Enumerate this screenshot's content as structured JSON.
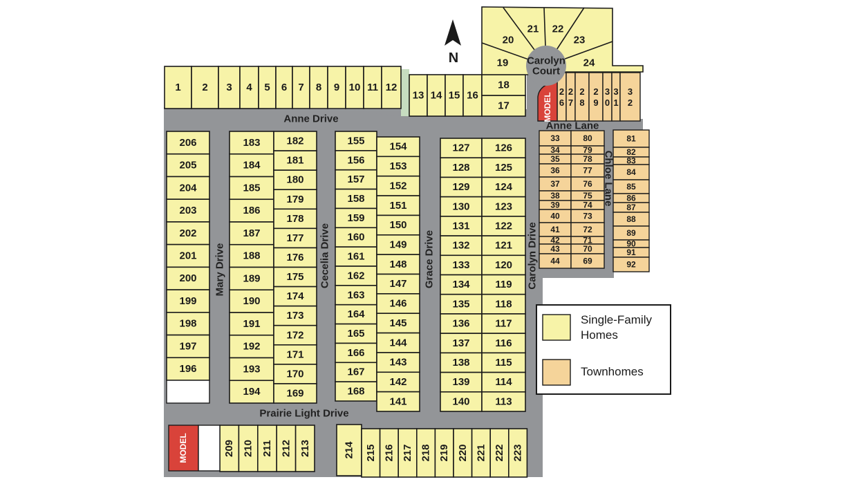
{
  "north_label": "N",
  "streets": {
    "anne_drive": "Anne Drive",
    "anne_lane": "Anne Lane",
    "mary_drive": "Mary Drive",
    "cecelia_drive": "Cecelia Drive",
    "grace_drive": "Grace Drive",
    "carolyn_drive": "Carolyn Drive",
    "chloe_lane": "Chloe Lane",
    "prairie_light_drive": "Prairie Light Drive",
    "carolyn_court_line1": "Carolyn",
    "carolyn_court_line2": "Court"
  },
  "model_label": "MODEL",
  "colors": {
    "single_family": "#f7f3a8",
    "townhome": "#f5d49a",
    "road": "#939598",
    "model": "#d9433a",
    "green_strip": "#c6dcc0"
  },
  "legend": {
    "single_family_line1": "Single-Family",
    "single_family_line2": "Homes",
    "townhomes": "Townhomes"
  },
  "lots": {
    "top_row": [
      "1",
      "2",
      "3",
      "4",
      "5",
      "6",
      "7",
      "8",
      "9",
      "10",
      "11",
      "12"
    ],
    "top_mid": [
      "13",
      "14",
      "15",
      "16"
    ],
    "court_left": [
      "17",
      "18",
      "19"
    ],
    "court": [
      "20",
      "21",
      "22",
      "23",
      "24"
    ],
    "townhome_top": [
      "26",
      "27",
      "28",
      "29",
      "30",
      "31",
      "32"
    ],
    "townhome_west": [
      "33",
      "34",
      "35",
      "36",
      "37",
      "38",
      "39",
      "40",
      "41",
      "42",
      "43",
      "44"
    ],
    "townhome_east": [
      "80",
      "79",
      "78",
      "77",
      "76",
      "75",
      "74",
      "73",
      "72",
      "71",
      "70",
      "69"
    ],
    "townhome_chloe": [
      "81",
      "82",
      "83",
      "84",
      "85",
      "86",
      "87",
      "88",
      "89",
      "90",
      "91",
      "92"
    ],
    "mary_west": [
      "206",
      "205",
      "204",
      "203",
      "202",
      "201",
      "200",
      "199",
      "198",
      "197",
      "196"
    ],
    "mary_east": [
      "183",
      "184",
      "185",
      "186",
      "187",
      "188",
      "189",
      "190",
      "191",
      "192",
      "193",
      "194"
    ],
    "cecelia_west": [
      "182",
      "181",
      "180",
      "179",
      "178",
      "177",
      "176",
      "175",
      "174",
      "173",
      "172",
      "171",
      "170",
      "169"
    ],
    "cecelia_east": [
      "155",
      "156",
      "157",
      "158",
      "159",
      "160",
      "161",
      "162",
      "163",
      "164",
      "165",
      "166",
      "167",
      "168"
    ],
    "grace_west": [
      "154",
      "153",
      "152",
      "151",
      "150",
      "149",
      "148",
      "147",
      "146",
      "145",
      "144",
      "143",
      "142",
      "141"
    ],
    "grace_east": [
      "127",
      "128",
      "129",
      "130",
      "131",
      "132",
      "133",
      "134",
      "135",
      "136",
      "137",
      "138",
      "139",
      "140"
    ],
    "carolyn_west": [
      "126",
      "125",
      "124",
      "123",
      "122",
      "121",
      "120",
      "119",
      "118",
      "117",
      "116",
      "115",
      "114",
      "113"
    ],
    "prairie_west": [
      "209",
      "210",
      "211",
      "212",
      "213"
    ],
    "prairie_east": [
      "214",
      "215",
      "216",
      "217",
      "218",
      "219",
      "220",
      "221",
      "222",
      "223"
    ]
  }
}
